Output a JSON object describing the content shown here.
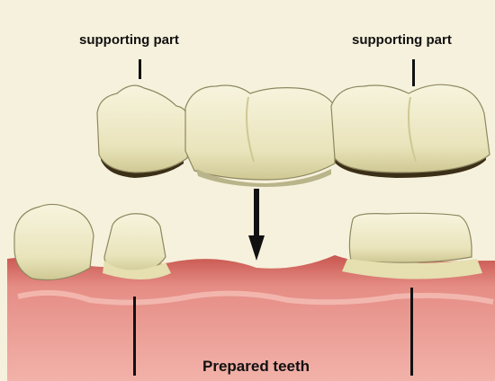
{
  "labels": {
    "supporting_left": "supporting part",
    "supporting_right": "supporting part",
    "prepared_teeth": "Prepared teeth"
  },
  "colors": {
    "background": "#f6f1dc",
    "gum": "#d9756f",
    "gum_light": "#eda7a0",
    "tooth": "#eeeac5",
    "tooth_shadow": "#b9b489",
    "crown_edge": "#3c2f17",
    "line": "#111111"
  }
}
